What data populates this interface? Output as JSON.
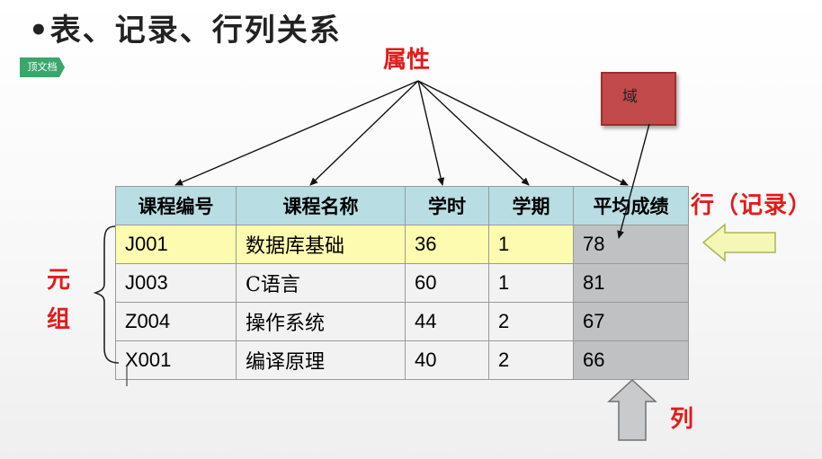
{
  "title": "•表、记录、行列关系",
  "badge": "顶文档",
  "labels": {
    "attribute": "属性",
    "domain": "域",
    "row": "行（记录）",
    "column": "列",
    "tuple": [
      "元",
      "组"
    ]
  },
  "table": {
    "headers": [
      "课程编号",
      "课程名称",
      "学时",
      "学期",
      "平均成绩"
    ],
    "rows": [
      [
        "J001",
        "数据库基础",
        "36",
        "1",
        "78"
      ],
      [
        "J003",
        "C语言",
        "60",
        "1",
        "81"
      ],
      [
        "Z004",
        "操作系统",
        "44",
        "2",
        "67"
      ],
      [
        "X001",
        "编译原理",
        "40",
        "2",
        "66"
      ]
    ]
  },
  "colors": {
    "header_bg": "#b8dde3",
    "highlight_row": "#fcfbb0",
    "grey_column": "#bfc1c3",
    "label_red": "#e21b1b",
    "domain_box": "#c24a4a",
    "row_arrow": "#f4f7b6",
    "col_arrow": "#c8cacc"
  }
}
